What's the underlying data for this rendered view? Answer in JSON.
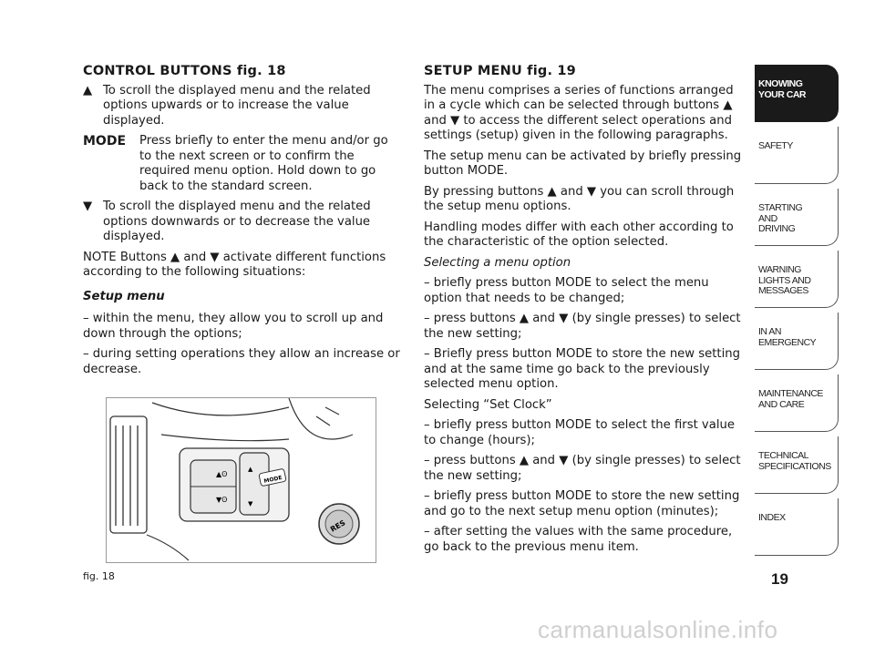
{
  "left": {
    "heading": "CONTROL BUTTONS fig. 18",
    "up": {
      "symbol": "▲",
      "text": "To scroll the displayed menu and the related options upwards or to increase the value displayed."
    },
    "mode": {
      "symbol": "MODE",
      "text": "Press briefly to enter the menu and/or go to the next screen or to confirm the required menu option. Hold down to go back to the standard screen."
    },
    "down": {
      "symbol": "▼",
      "text": "To scroll the displayed menu and the related options downwards or to decrease the value displayed."
    },
    "note": "NOTE  Buttons ▲ and ▼ activate different functions according to the following situations:",
    "subheading": "Setup menu",
    "para1": "– within the menu, they allow you to scroll up and down through the options;",
    "para2": "– during setting operations they allow an increase or decrease."
  },
  "right": {
    "heading": "SETUP MENU fig. 19",
    "p1": "The menu comprises a series of functions arranged in a cycle which can be selected through buttons ▲ and ▼ to access the different select operations and settings (setup) given in the following paragraphs.",
    "p2": "The setup menu can be activated by briefly pressing button MODE.",
    "p3": "By pressing buttons ▲ and ▼ you can scroll through the setup menu options.",
    "p4": "Handling modes differ with each other according to the characteristic of the option selected.",
    "p5": "Selecting a menu option",
    "p6": "– briefly press button MODE to select the menu option that needs to be changed;",
    "p7": "– press buttons ▲ and ▼ (by single presses) to select the new setting;",
    "p8": "– Briefly press button MODE to store the new setting and at the same time go back to the previously selected menu option.",
    "p9": "Selecting “Set Clock”",
    "p10": "– briefly press button MODE to select the first value to change (hours);",
    "p11": "– press buttons ▲ and ▼ (by single presses) to select the new setting;",
    "p12": "– briefly press button MODE to store the new setting and go to the next setup menu option (minutes);",
    "p13": "– after setting the values with the same procedure, go back to the previous menu item."
  },
  "figure": {
    "caption": "fig. 18",
    "labels": {
      "mode": "MODE",
      "res": "RES",
      "up": "▲",
      "down": "▼"
    }
  },
  "tabs": [
    {
      "label": "KNOWING\nYOUR CAR",
      "active": true
    },
    {
      "label": "SAFETY",
      "active": false
    },
    {
      "label": "STARTING\nAND\nDRIVING",
      "active": false
    },
    {
      "label": "WARNING\nLIGHTS AND\nMESSAGES",
      "active": false
    },
    {
      "label": "IN AN\nEMERGENCY",
      "active": false
    },
    {
      "label": "MAINTENANCE\nAND CARE",
      "active": false
    },
    {
      "label": "TECHNICAL\nSPECIFICATIONS",
      "active": false
    },
    {
      "label": "INDEX",
      "active": false
    }
  ],
  "page_number": "19",
  "watermark": "carmanualsonline.info"
}
